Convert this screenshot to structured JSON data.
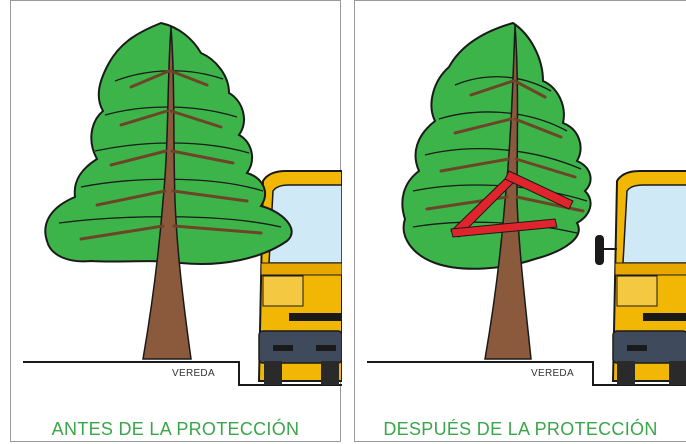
{
  "panels": [
    {
      "caption": "ANTES DE LA PROTECCIÓN",
      "sidewalk_label": "VEREDA",
      "state": "before"
    },
    {
      "caption": "DESPUÉS DE LA PROTECCIÓN",
      "sidewalk_label": "VEREDA",
      "state": "after"
    }
  ],
  "colors": {
    "caption_text": "#3aa64a",
    "foliage": "#3cb449",
    "trunk": "#8b5a3c",
    "truck_body": "#f2b705",
    "truck_window": "#cfe9f7",
    "bumper": "#3f4a5c",
    "protection_strap": "#e0242b",
    "outline": "#1a1a1a"
  },
  "icons": [
    "tree-icon",
    "truck-icon"
  ]
}
